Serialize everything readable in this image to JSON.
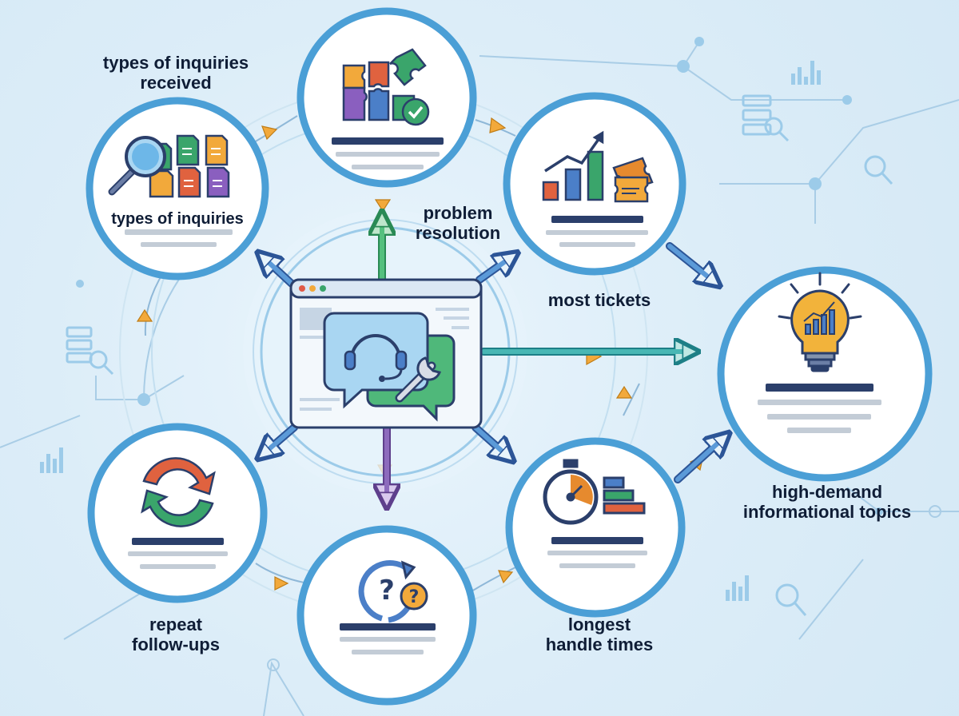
{
  "labels": {
    "types_of_inquiries_received": "types of inquiries\nreceived",
    "types_of_inquiries": "types of inquiries",
    "problem_resolution": "problem\nresolution",
    "most_tickets": "most tickets",
    "high_demand_topics": "high-demand\ninformational topics",
    "repeat_follow_ups": "repeat\nfollow-ups",
    "longest_handle_times": "longest\nhandle times"
  },
  "icons": {
    "center": "support-chat-window-icon",
    "types_of_inquiries": "magnifier-documents-icon",
    "problem_resolution": "puzzle-check-icon",
    "most_tickets": "bar-chart-tickets-icon",
    "high_demand_topics": "lightbulb-chart-icon",
    "repeat_follow_ups": "refresh-arrows-icon",
    "unnamed_bottom": "question-cycle-icon",
    "longest_handle_times": "stopwatch-bars-icon"
  },
  "colors": {
    "background": "#dcedf8",
    "ring": "#4b9fd6",
    "arrow_blue": "#3d6fb6",
    "arrow_teal": "#2aa3a3",
    "arrow_green": "#3aa56b",
    "arrow_purple": "#7a56a8",
    "accent_orange": "#f2a93b",
    "text_dark": "#0f1d36"
  }
}
